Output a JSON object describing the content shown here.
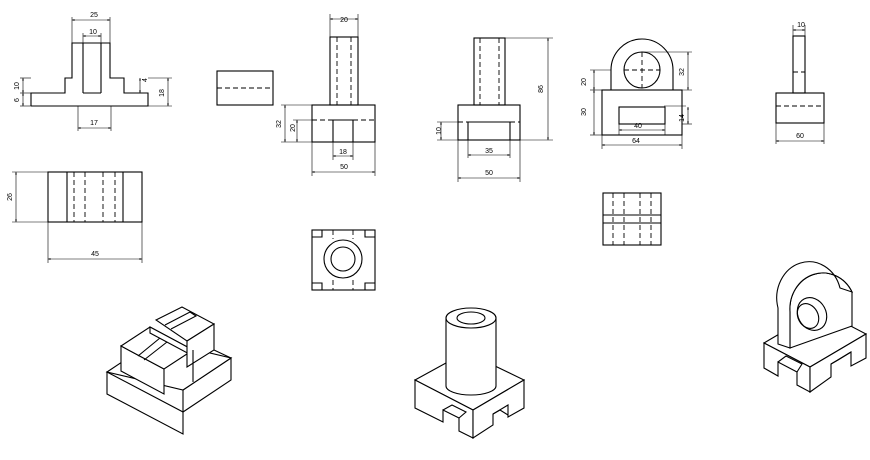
{
  "drawing": {
    "dimensions": {
      "p1_top_width": "25",
      "p1_slot_width": "10",
      "p1_flange_height": "10",
      "p1_base_height": "6",
      "p1_right_step": "4",
      "p1_right_total": "18",
      "p1_bottom_width": "17",
      "p1_plan_height": "26",
      "p1_plan_width": "45",
      "p2_tube_width": "20",
      "p2_base_height": "32",
      "p2_slot_height": "20",
      "p2_slot_width": "18",
      "p2_total_width": "50",
      "p3_base_height": "10",
      "p3_slot_width": "35",
      "p3_total_height": "86",
      "p3_total_width": "50",
      "p4_upper_height": "20",
      "p4_lower_height": "30",
      "p4_total_height": "32",
      "p4_step_height": "14",
      "p4_inner_width": "40",
      "p4_total_width": "64",
      "p5_top_width": "10",
      "p5_total_width": "60"
    }
  }
}
